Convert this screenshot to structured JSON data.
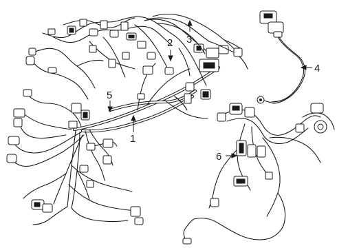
{
  "diagram": {
    "callouts": [
      {
        "id": "1",
        "label": "1"
      },
      {
        "id": "2",
        "label": "2"
      },
      {
        "id": "3",
        "label": "3"
      },
      {
        "id": "4",
        "label": "4"
      },
      {
        "id": "5",
        "label": "5"
      },
      {
        "id": "6",
        "label": "6"
      }
    ]
  },
  "colors": {
    "line": "#1a1a1a",
    "background": "#ffffff"
  }
}
